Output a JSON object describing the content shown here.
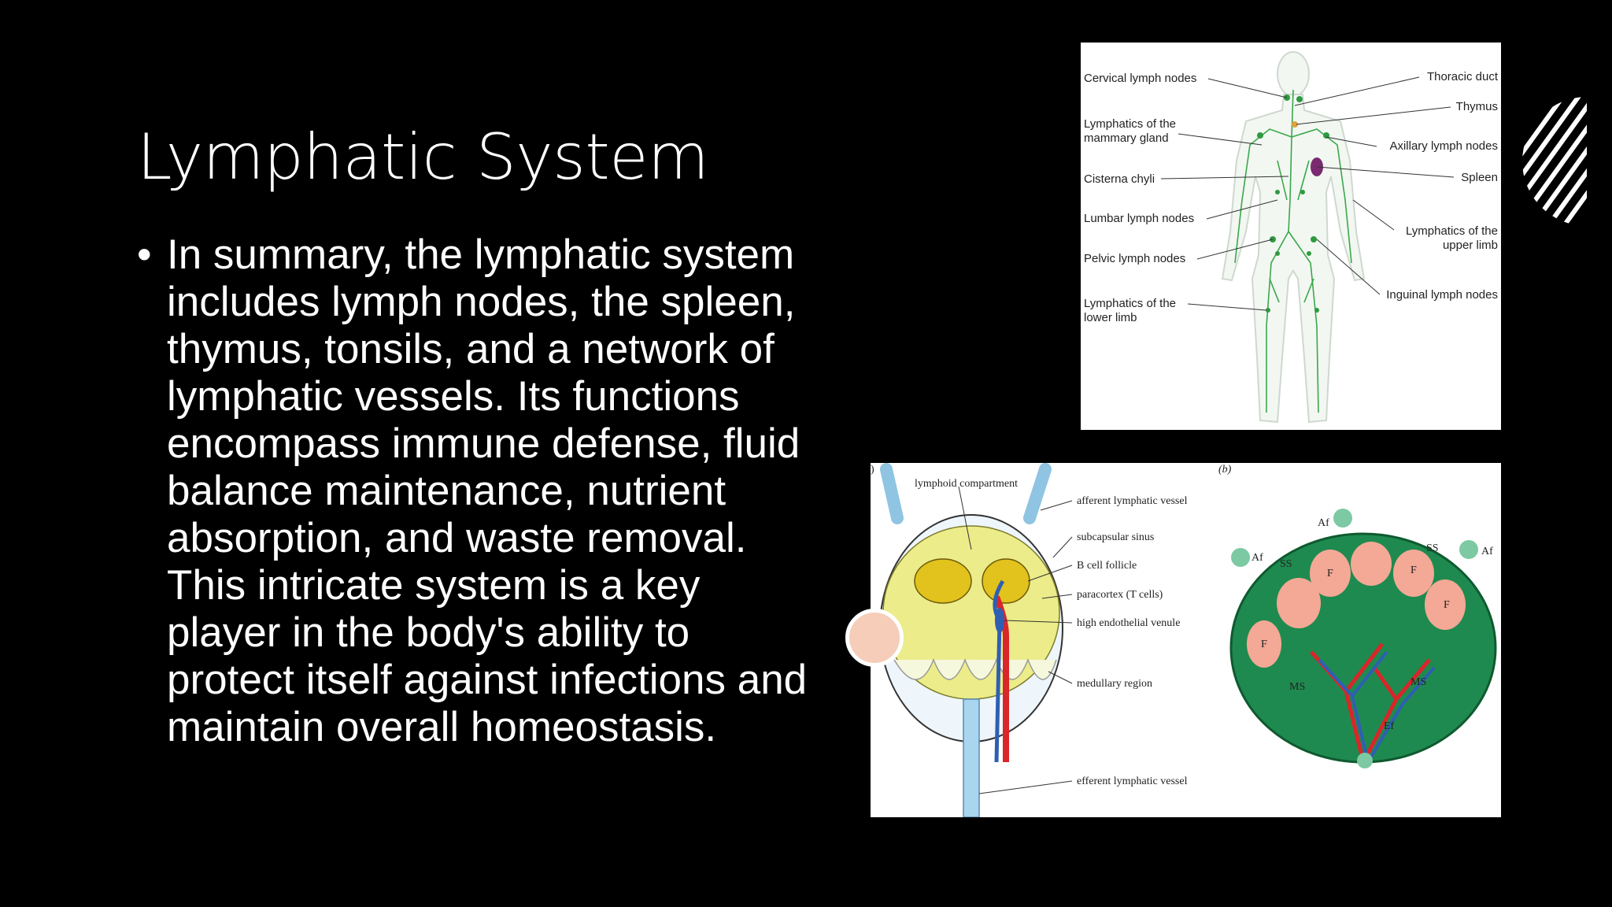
{
  "slide": {
    "title": "Lymphatic System",
    "bullet": "In summary, the lymphatic system includes lymph nodes, the spleen, thymus, tonsils, and a network of lymphatic vessels. Its functions encompass immune defense, fluid balance maintenance, nutrient absorption, and waste removal. This intricate system is a key player in the body's ability to protect itself against infections and maintain overall homeostasis."
  },
  "figure_body": {
    "labels_left": {
      "cervical": "Cervical lymph nodes",
      "mammary_1": "Lymphatics of the",
      "mammary_2": "mammary gland",
      "cisterna": "Cisterna chyli",
      "lumbar": "Lumbar lymph nodes",
      "pelvic": "Pelvic lymph nodes",
      "lower_1": "Lymphatics of the",
      "lower_2": "lower limb"
    },
    "labels_right": {
      "thoracic": "Thoracic duct",
      "thymus": "Thymus",
      "axillary": "Axillary lymph nodes",
      "spleen": "Spleen",
      "upper_1": "Lymphatics of the",
      "upper_2": "upper limb",
      "inguinal": "Inguinal lymph nodes"
    }
  },
  "figure_node": {
    "panel_a_mark": ")",
    "panel_b_mark": "(b)",
    "labels": {
      "lymphoid": "lymphoid compartment",
      "afferent": "afferent lymphatic vessel",
      "subcapsular": "subcapsular sinus",
      "bcell": "B cell follicle",
      "paracortex": "paracortex (T cells)",
      "hev": "high endothelial venule",
      "medullary": "medullary region",
      "efferent": "efferent lymphatic vessel"
    },
    "panel_b_labels": {
      "af": "Af",
      "ef": "Ef",
      "ss": "SS",
      "f": "F",
      "ms": "MS"
    }
  },
  "colors": {
    "background": "#000000",
    "text": "#ffffff",
    "accent_circle": "#f5cdb8",
    "lymph_green": "#3aa84a",
    "follicle_yellow": "#e2c21c",
    "node_yellow": "#ecec8a",
    "artery_red": "#d9262a",
    "vein_blue": "#2f5fb3"
  }
}
